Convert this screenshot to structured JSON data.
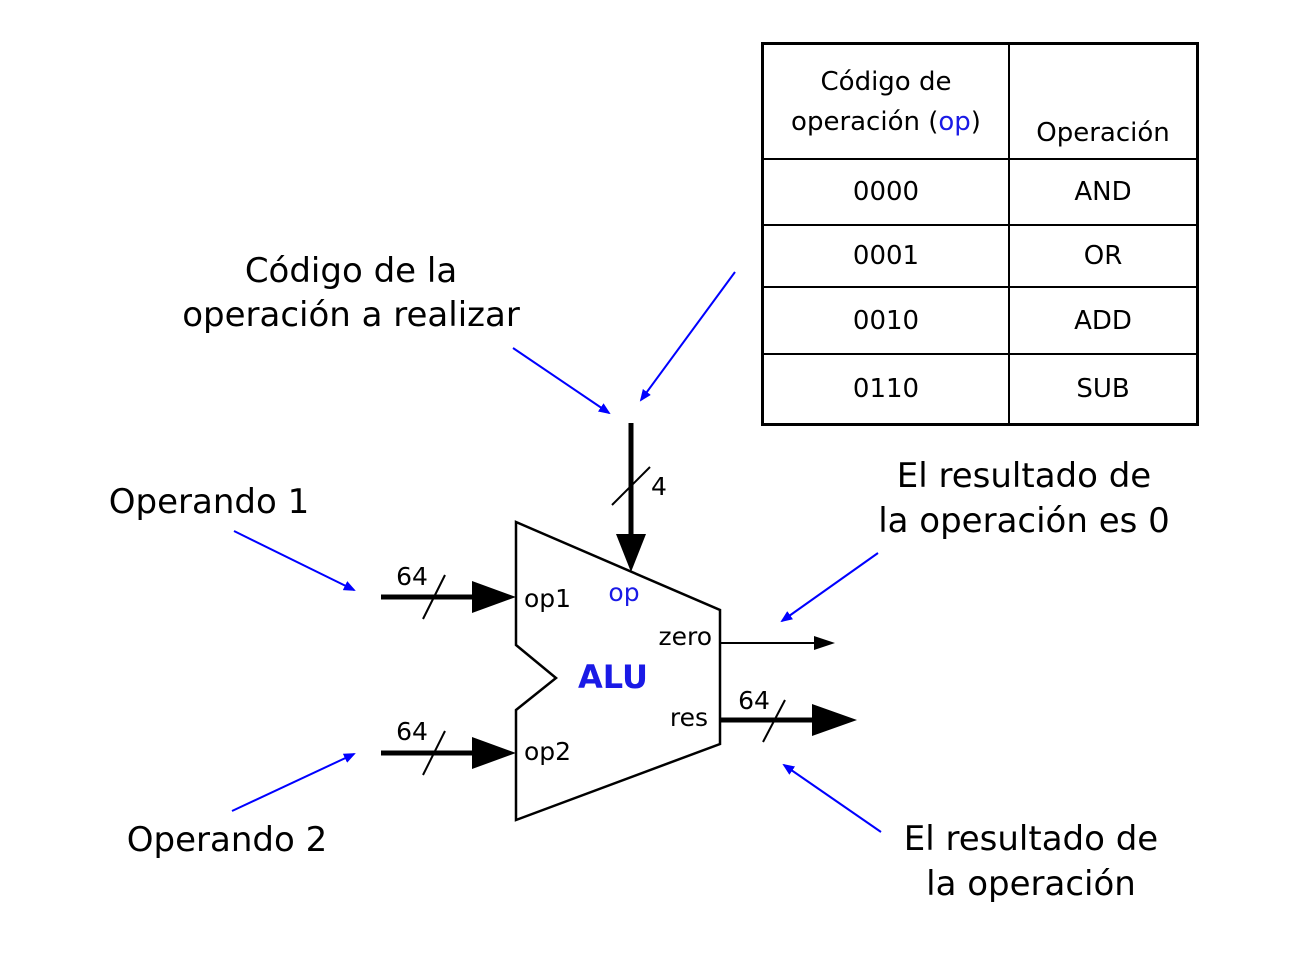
{
  "annotations": {
    "op_code_line1": "Código de la",
    "op_code_line2": "operación a realizar",
    "operand1": "Operando 1",
    "operand2": "Operando 2",
    "zero_line1": "El resultado de",
    "zero_line2": "la operación es 0",
    "result_line1": "El resultado de",
    "result_line2": "la operación"
  },
  "alu": {
    "title": "ALU",
    "port_op1": "op1",
    "port_op2": "op2",
    "port_op": "op",
    "port_zero": "zero",
    "port_res": "res"
  },
  "bus_widths": {
    "op": "4",
    "op1": "64",
    "op2": "64",
    "res": "64"
  },
  "table": {
    "header_code_line1": "Código de",
    "header_code_line2_prefix": "operación (",
    "header_code_line2_op": "op",
    "header_code_line2_suffix": ")",
    "header_operation": "Operación",
    "rows": [
      {
        "code": "0000",
        "operation": "AND"
      },
      {
        "code": "0001",
        "operation": "OR"
      },
      {
        "code": "0010",
        "operation": "ADD"
      },
      {
        "code": "0110",
        "operation": "SUB"
      }
    ]
  },
  "colors": {
    "annotation_arrow": "#0000ff",
    "alu_label": "#1a1ae6",
    "wire": "#000000"
  }
}
